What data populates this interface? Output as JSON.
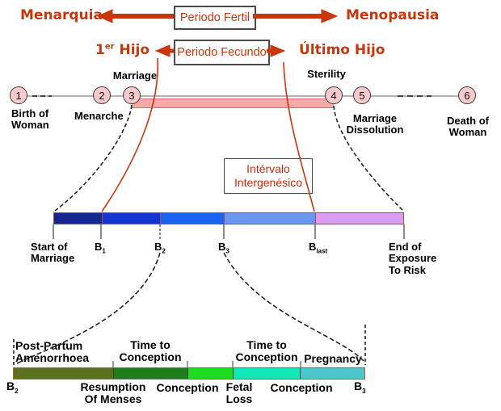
{
  "title": "Fertility periods life-course diagram",
  "colors": {
    "accent_red": "#c8360e",
    "pink_period_bar": "#f6a9a9",
    "event_circle_fill": "#f9c9cb",
    "marriage_bar_outline": "#b2493a",
    "marriage_bar_segments": [
      "#15278e",
      "#1434cf",
      "#1a63f2",
      "#6b96f0",
      "#db9df1"
    ],
    "interval_bar_outline": "#9a6a30",
    "interval_bar_segments": [
      "#5d7022",
      "#1e7c1c",
      "#1fdb1f",
      "#10e8b8",
      "#4cc6cc"
    ]
  },
  "header": {
    "menarquia": "Menarquia",
    "periodo_fertil": "Periodo Fertil",
    "menopausia": "Menopausia",
    "primer_hijo_base": "1",
    "primer_hijo_sup": "er",
    "primer_hijo_rest": " Hijo",
    "periodo_fecundo": "Periodo Fecundo",
    "ultimo_hijo": "Último Hijo"
  },
  "lifeline": {
    "events": [
      {
        "num": "1",
        "label": "Birth of\nWoman"
      },
      {
        "num": "2",
        "label": "Menarche"
      },
      {
        "num": "3",
        "label": "Marriage"
      },
      {
        "num": "4",
        "label": "Sterility"
      },
      {
        "num": "5",
        "label": "Marriage\nDissolution"
      },
      {
        "num": "6",
        "label": "Death of\nWoman"
      }
    ]
  },
  "interval_box": {
    "text": "Intérvalo\nIntergenésico"
  },
  "marriage_bar": {
    "start_label": "Start of\nMarriage",
    "b1": {
      "base": "B",
      "sub": "1"
    },
    "b2": {
      "base": "B",
      "sub": "2"
    },
    "b3": {
      "base": "B",
      "sub": "3"
    },
    "blast": {
      "base": "B",
      "sub": "last"
    },
    "end_label": "End of\nExposure\nTo Risk"
  },
  "interval_bar": {
    "above": {
      "postpartum": "Post-Partum\nAmenorrhoea",
      "time_to_conception_1": "Time to\nConception",
      "time_to_conception_2": "Time to\nConception",
      "pregnancy": "Pregnancy"
    },
    "below": {
      "b2": {
        "base": "B",
        "sub": "2"
      },
      "resumption": "Resumption\nOf Menses",
      "conception_1": "Conception",
      "fetal_loss": "Fetal\nLoss",
      "conception_2": "Conception",
      "b3": {
        "base": "B",
        "sub": "3"
      }
    }
  }
}
